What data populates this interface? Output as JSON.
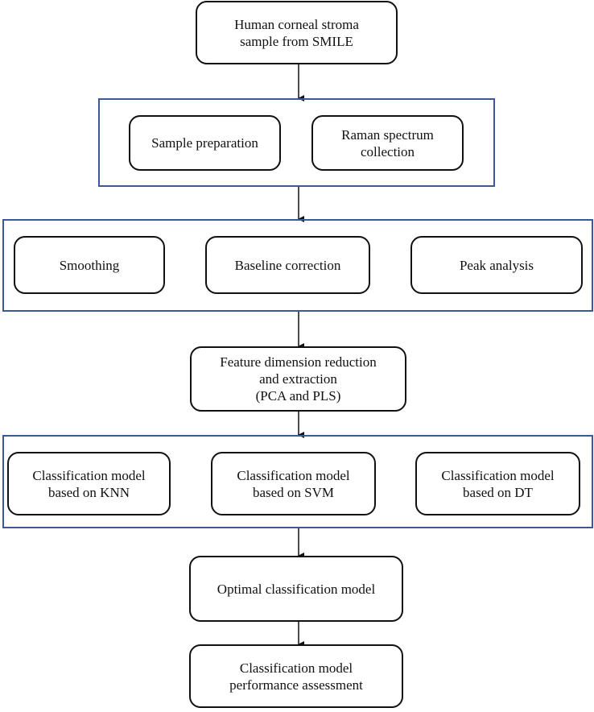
{
  "flow": {
    "start": "Human corneal stroma\nsample from SMILE",
    "sample_preparation": "Sample preparation",
    "raman_collection": "Raman spectrum\ncollection",
    "smoothing": "Smoothing",
    "baseline_correction": "Baseline correction",
    "peak_analysis": "Peak analysis",
    "feature_reduction": "Feature dimension reduction\nand extraction\n(PCA and PLS)",
    "model_knn": "Classification model\nbased on KNN",
    "model_svm": "Classification model\nbased on SVM",
    "model_dt": "Classification model\nbased on DT",
    "optimal_model": "Optimal classification model",
    "performance_assessment": "Classification model\nperformance assessment"
  },
  "colors": {
    "group_border": "#3b5998",
    "box_border": "#111111",
    "arrow": "#111111"
  }
}
